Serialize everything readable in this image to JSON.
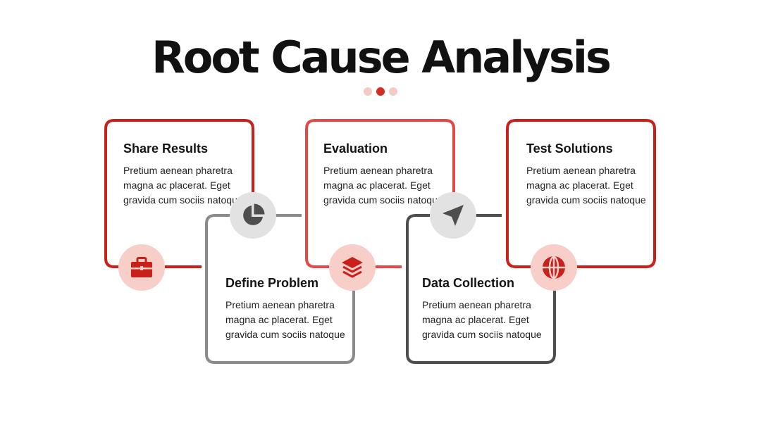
{
  "title": "Root Cause Analysis",
  "colors": {
    "red_dark": "#c8201b",
    "red_light": "#e24848",
    "gray_light": "#8a8a8a",
    "gray_dark": "#4e4e4e",
    "pink": "#f8cec9",
    "icon_gray": "#e2e2e2"
  },
  "steps": [
    {
      "heading": "Share Results",
      "text": "Pretium aenean pharetra magna ac placerat. Eget gravida cum sociis natoque",
      "icon": "briefcase-icon"
    },
    {
      "heading": "Define Problem",
      "text": "Pretium aenean pharetra magna ac placerat. Eget gravida cum sociis natoque",
      "icon": "pie-chart-icon"
    },
    {
      "heading": "Evaluation",
      "text": "Pretium aenean pharetra magna ac placerat. Eget gravida cum sociis natoque",
      "icon": "layers-icon"
    },
    {
      "heading": "Data Collection",
      "text": "Pretium aenean pharetra magna ac placerat. Eget gravida cum sociis natoque",
      "icon": "send-icon"
    },
    {
      "heading": "Test Solutions",
      "text": "Pretium aenean pharetra magna ac placerat. Eget gravida cum sociis natoque",
      "icon": "globe-icon"
    }
  ]
}
